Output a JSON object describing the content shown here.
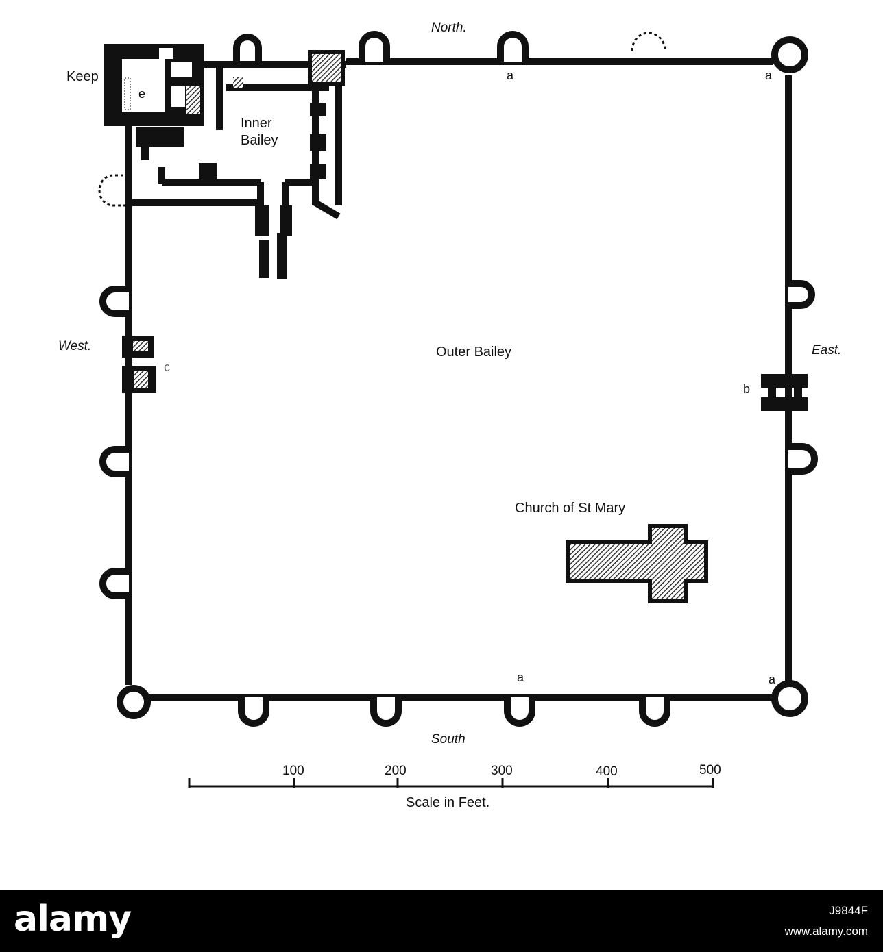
{
  "plan": {
    "compass": {
      "north": "North.",
      "south": "South",
      "east": "East.",
      "west": "West."
    },
    "areas": {
      "keep": "Keep",
      "inner_bailey_line1": "Inner",
      "inner_bailey_line2": "Bailey",
      "outer_bailey": "Outer Bailey",
      "church": "Church of St Mary"
    },
    "keys": {
      "a": "a",
      "b": "b",
      "c": "c",
      "e": "e"
    }
  },
  "scale": {
    "ticks": [
      "100",
      "200",
      "300",
      "400",
      "500"
    ],
    "caption": "Scale in Feet."
  },
  "footer": {
    "brand": "alamy",
    "image_id": "J9844F",
    "url": "www.alamy.com"
  },
  "colors": {
    "ink": "#111111",
    "footer": "#000000"
  }
}
